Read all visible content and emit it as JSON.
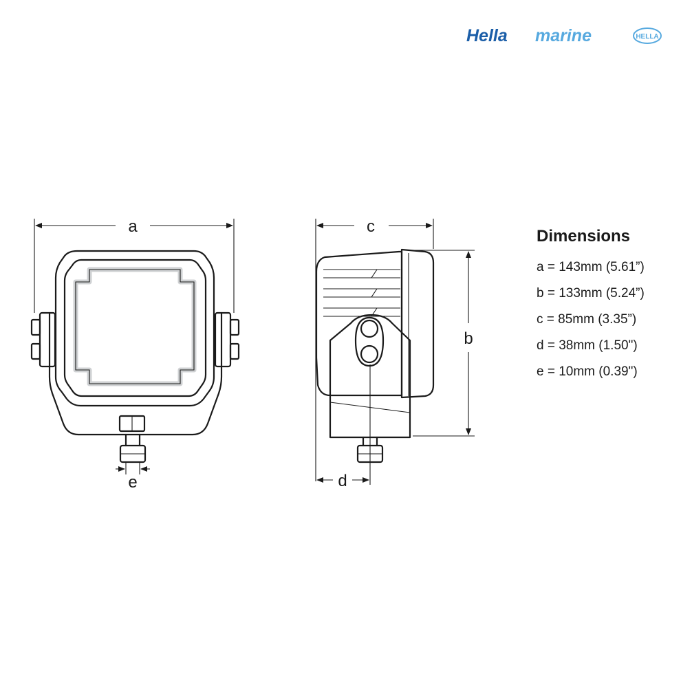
{
  "logo": {
    "brand": "Hella",
    "sub": "marine",
    "mark": "HELLA",
    "brand_color": "#1b5ea8",
    "sub_color": "#56a9df"
  },
  "labels": {
    "a": "a",
    "b": "b",
    "c": "c",
    "d": "d",
    "e": "e"
  },
  "dimensions": {
    "heading": "Dimensions",
    "rows": [
      "a = 143mm (5.61”)",
      "b = 133mm (5.24”)",
      "c = 85mm (3.35”)",
      "d = 38mm (1.50\")",
      "e = 10mm (0.39\")"
    ]
  },
  "colors": {
    "ink": "#1a1a1a",
    "lens_halo": "#cfd1d3"
  }
}
